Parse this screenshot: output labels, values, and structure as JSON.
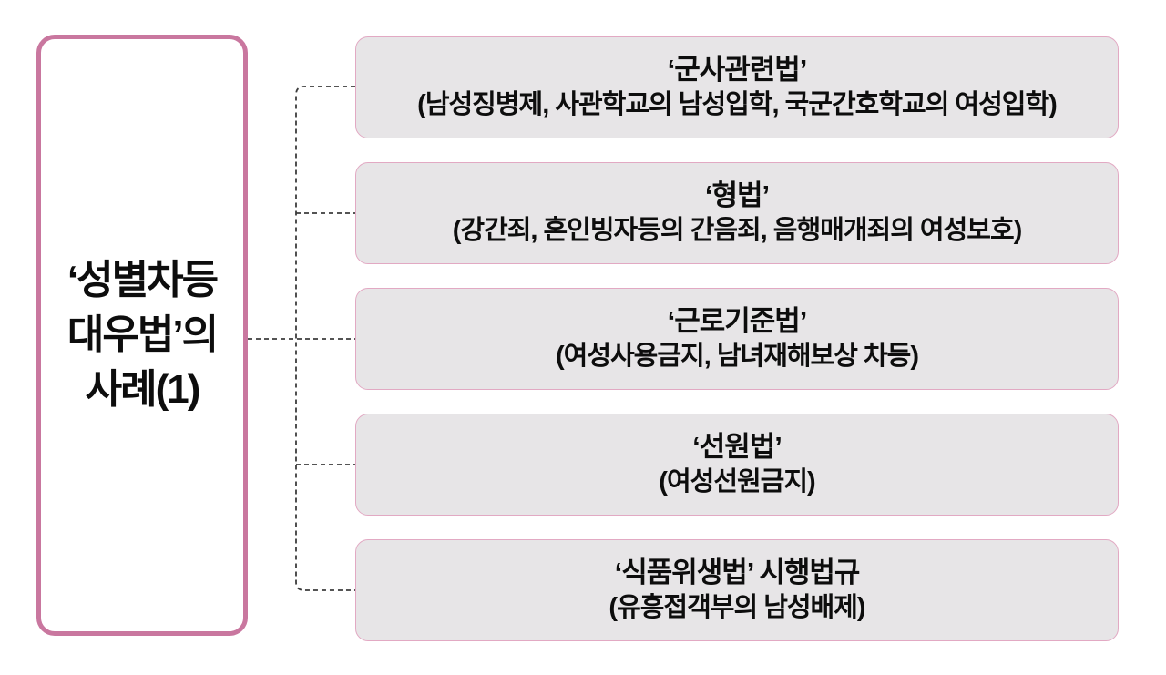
{
  "diagram": {
    "title_box": {
      "lines": [
        "‘성별차등",
        "대우법’의",
        "사례(1)"
      ]
    },
    "boxes": [
      {
        "title": "‘군사관련법’",
        "subtitle": "(남성징병제, 사관학교의 남성입학, 국군간호학교의 여성입학)"
      },
      {
        "title": "‘형법’",
        "subtitle": "(강간죄, 혼인빙자등의 간음죄, 음행매개죄의 여성보호)"
      },
      {
        "title": "‘근로기준법’",
        "subtitle": "(여성사용금지, 남녀재해보상 차등)"
      },
      {
        "title": "‘선원법’",
        "subtitle": "(여성선원금지)"
      },
      {
        "title": "‘식품위생법’ 시행법규",
        "subtitle": "(유흥접객부의 남성배제)"
      }
    ],
    "colors": {
      "title_box_border": "#c9779f",
      "item_box_fill": "#e7e5e7",
      "item_box_border": "#e2a9c3",
      "connector": "#3c3c3c",
      "text": "#0d0d0d"
    }
  }
}
